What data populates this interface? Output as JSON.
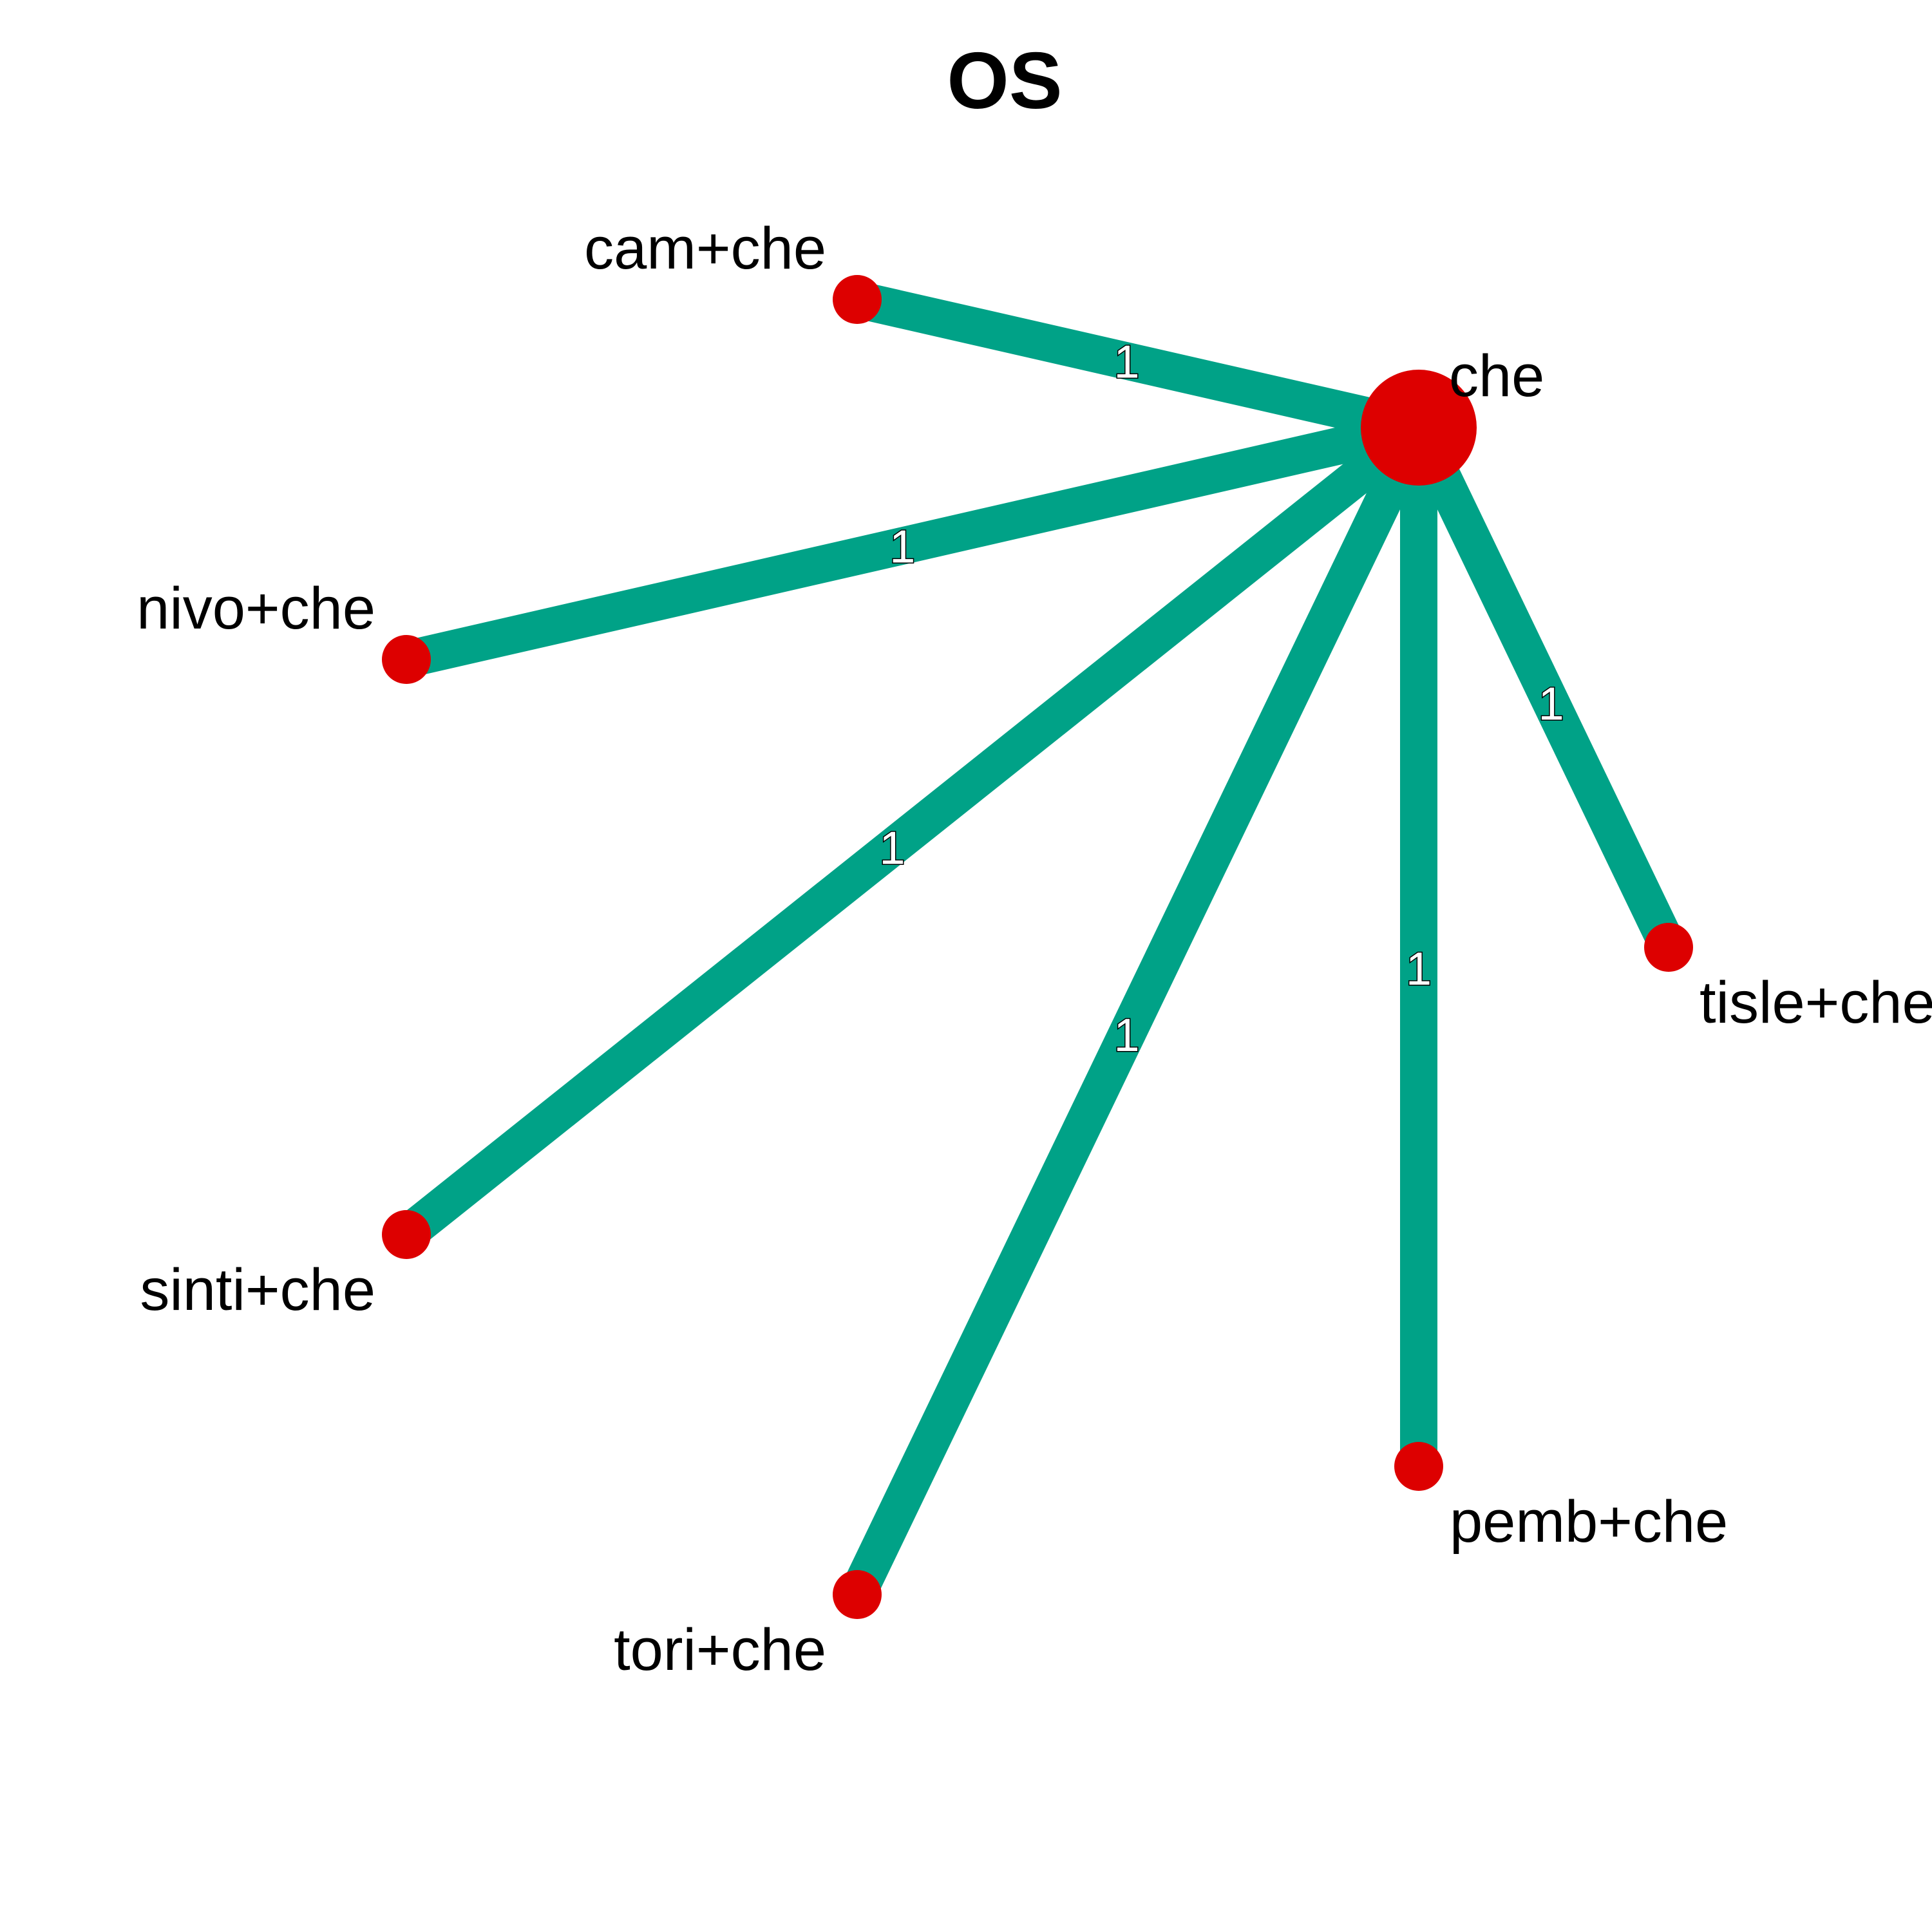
{
  "diagram": {
    "title": "OS",
    "colors": {
      "edge": "#00A287",
      "node": "#DD0000",
      "text": "#000000"
    },
    "nodes": [
      {
        "id": "che",
        "label": "che"
      },
      {
        "id": "cam",
        "label": "cam+che"
      },
      {
        "id": "nivo",
        "label": "nivo+che"
      },
      {
        "id": "sinti",
        "label": "sinti+che"
      },
      {
        "id": "tori",
        "label": "tori+che"
      },
      {
        "id": "pemb",
        "label": "pemb+che"
      },
      {
        "id": "tisle",
        "label": "tisle+che"
      }
    ],
    "edges": [
      {
        "from": "che",
        "to": "cam",
        "label": "1"
      },
      {
        "from": "che",
        "to": "nivo",
        "label": "1"
      },
      {
        "from": "che",
        "to": "sinti",
        "label": "1"
      },
      {
        "from": "che",
        "to": "tori",
        "label": "1"
      },
      {
        "from": "che",
        "to": "pemb",
        "label": "1"
      },
      {
        "from": "che",
        "to": "tisle",
        "label": "1"
      }
    ]
  }
}
